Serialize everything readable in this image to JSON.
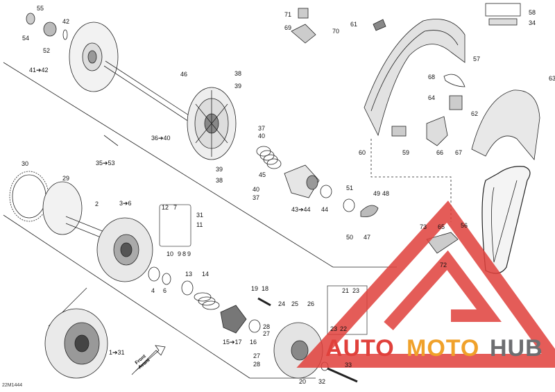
{
  "labels": [
    {
      "id": "l55",
      "text": "55"
    },
    {
      "id": "l54",
      "text": "54"
    },
    {
      "id": "l52",
      "text": "52"
    },
    {
      "id": "l42",
      "text": "42"
    },
    {
      "id": "l41",
      "text": "41➔42"
    },
    {
      "id": "l46",
      "text": "46"
    },
    {
      "id": "l38a",
      "text": "38"
    },
    {
      "id": "l39a",
      "text": "39"
    },
    {
      "id": "l37a",
      "text": "37"
    },
    {
      "id": "l40a",
      "text": "40"
    },
    {
      "id": "l36",
      "text": "36➔40"
    },
    {
      "id": "l35",
      "text": "35➔53"
    },
    {
      "id": "l45",
      "text": "45"
    },
    {
      "id": "l39b",
      "text": "39"
    },
    {
      "id": "l38b",
      "text": "38"
    },
    {
      "id": "l40b",
      "text": "40"
    },
    {
      "id": "l37b",
      "text": "37"
    },
    {
      "id": "l43",
      "text": "43➔44"
    },
    {
      "id": "l44",
      "text": "44"
    },
    {
      "id": "l51",
      "text": "51"
    },
    {
      "id": "l49",
      "text": "49"
    },
    {
      "id": "l48",
      "text": "48"
    },
    {
      "id": "l50",
      "text": "50"
    },
    {
      "id": "l47",
      "text": "47"
    },
    {
      "id": "l30",
      "text": "30"
    },
    {
      "id": "l29",
      "text": "29"
    },
    {
      "id": "l2",
      "text": "2"
    },
    {
      "id": "l3",
      "text": "3➔6"
    },
    {
      "id": "l12",
      "text": "12"
    },
    {
      "id": "l7",
      "text": "7"
    },
    {
      "id": "l31a",
      "text": "31"
    },
    {
      "id": "l11",
      "text": "11"
    },
    {
      "id": "l10",
      "text": "10"
    },
    {
      "id": "l9a",
      "text": "9"
    },
    {
      "id": "l8",
      "text": "8"
    },
    {
      "id": "l9b",
      "text": "9"
    },
    {
      "id": "l4",
      "text": "4"
    },
    {
      "id": "l6",
      "text": "6"
    },
    {
      "id": "l13",
      "text": "13"
    },
    {
      "id": "l14",
      "text": "14"
    },
    {
      "id": "l19",
      "text": "19"
    },
    {
      "id": "l18",
      "text": "18"
    },
    {
      "id": "l24",
      "text": "24"
    },
    {
      "id": "l25",
      "text": "25"
    },
    {
      "id": "l26",
      "text": "26"
    },
    {
      "id": "l21",
      "text": "21"
    },
    {
      "id": "l23a",
      "text": "23"
    },
    {
      "id": "l23b",
      "text": "23"
    },
    {
      "id": "l22",
      "text": "22"
    },
    {
      "id": "l15",
      "text": "15➔17"
    },
    {
      "id": "l16",
      "text": "16"
    },
    {
      "id": "l28a",
      "text": "28"
    },
    {
      "id": "l27a",
      "text": "27"
    },
    {
      "id": "l27b",
      "text": "27"
    },
    {
      "id": "l28b",
      "text": "28"
    },
    {
      "id": "l20",
      "text": "20"
    },
    {
      "id": "l32",
      "text": "32"
    },
    {
      "id": "l33",
      "text": "33"
    },
    {
      "id": "l1",
      "text": "1➔31"
    },
    {
      "id": "l71",
      "text": "71"
    },
    {
      "id": "l69",
      "text": "69"
    },
    {
      "id": "l70",
      "text": "70"
    },
    {
      "id": "l61",
      "text": "61"
    },
    {
      "id": "l58",
      "text": "58"
    },
    {
      "id": "l34",
      "text": "34"
    },
    {
      "id": "l57",
      "text": "57"
    },
    {
      "id": "l68",
      "text": "68"
    },
    {
      "id": "l64",
      "text": "64"
    },
    {
      "id": "l63",
      "text": "63"
    },
    {
      "id": "l62",
      "text": "62"
    },
    {
      "id": "l60",
      "text": "60"
    },
    {
      "id": "l59",
      "text": "59"
    },
    {
      "id": "l66",
      "text": "66"
    },
    {
      "id": "l67",
      "text": "67"
    },
    {
      "id": "l56",
      "text": "56"
    },
    {
      "id": "l73",
      "text": "73"
    },
    {
      "id": "l65",
      "text": "65"
    },
    {
      "id": "l72",
      "text": "72"
    }
  ],
  "front_label": "Front\nAvant",
  "drawing_code": "22M1444",
  "watermark": {
    "word_auto": "AUTO",
    "word_moto": "MOTO",
    "word_hub": "HUB",
    "color_red": "#e0403b",
    "color_orange": "#f0a12a",
    "color_grey": "#6d6e71"
  }
}
